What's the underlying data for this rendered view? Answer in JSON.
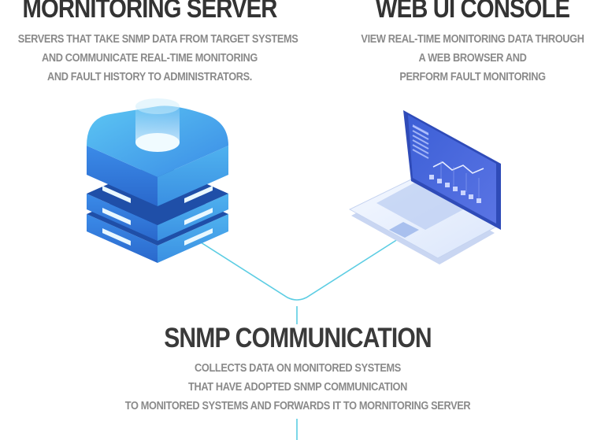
{
  "server": {
    "title": "MORNITORING SERVER",
    "lines": [
      "SERVERS THAT TAKE SNMP DATA FROM TARGET SYSTEMS",
      "AND COMMUNICATE REAL-TIME MONITORING",
      "AND FAULT HISTORY TO ADMINISTRATORS."
    ]
  },
  "console": {
    "title": "WEB UI CONSOLE",
    "lines": [
      "VIEW REAL-TIME MONITORING DATA THROUGH",
      "A WEB BROWSER AND",
      "PERFORM FAULT MONITORING"
    ]
  },
  "snmp": {
    "title": "SNMP COMMUNICATION",
    "lines": [
      "COLLECTS DATA ON MONITORED SYSTEMS",
      "THAT HAVE ADOPTED SNMP COMMUNICATION",
      "TO MONITORED SYSTEMS AND FORWARDS IT TO MORNITORING SERVER"
    ]
  },
  "colors": {
    "connector": "#5ccde3",
    "server_blue": "#3a86e0",
    "laptop_screen": "#4a63d8"
  },
  "icons": [
    "server-icon",
    "laptop-icon"
  ]
}
